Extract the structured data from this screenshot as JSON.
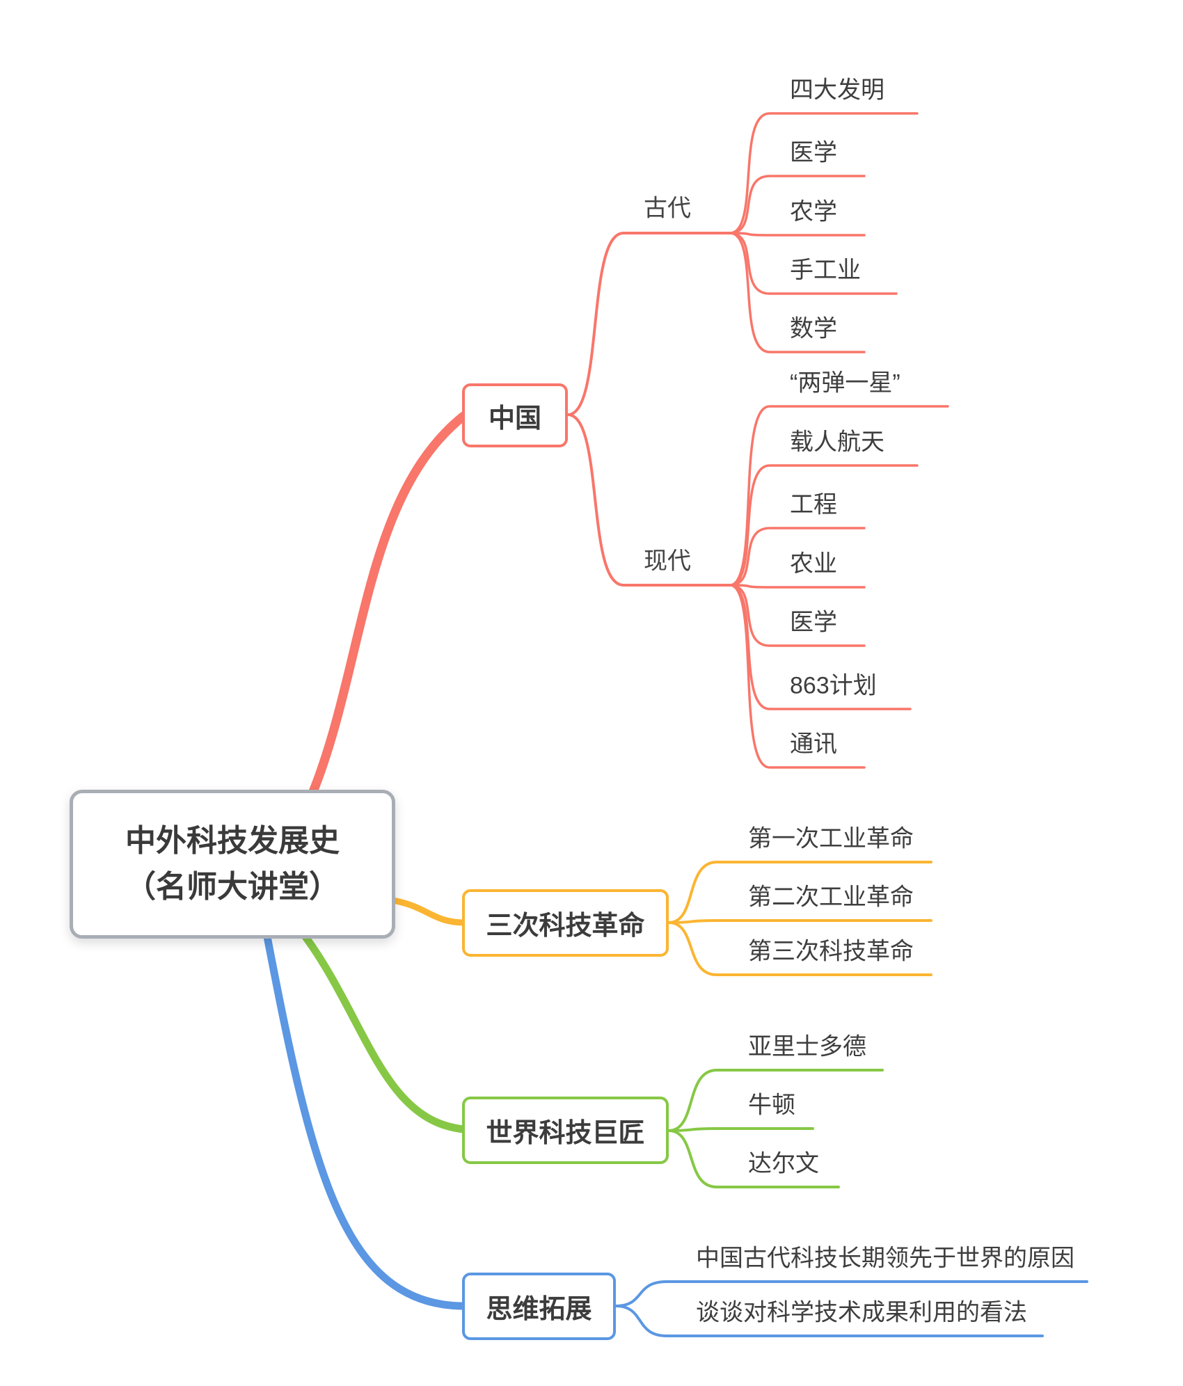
{
  "root": {
    "line1": "中外科技发展史",
    "line2": "（名师大讲堂）"
  },
  "colors": {
    "china": "#f8766a",
    "revolution": "#fbb532",
    "masters": "#86c845",
    "thinking": "#5b97e3",
    "root_border": "#a9aeb5"
  },
  "china": {
    "label": "中国",
    "ancient": {
      "label": "古代",
      "children": [
        "四大发明",
        "医学",
        "农学",
        "手工业",
        "数学"
      ]
    },
    "modern": {
      "label": "现代",
      "children": [
        "“两弹一星”",
        "载人航天",
        "工程",
        "农业",
        "医学",
        "863计划",
        "通讯"
      ]
    }
  },
  "revolution": {
    "label": "三次科技革命",
    "children": [
      "第一次工业革命",
      "第二次工业革命",
      "第三次科技革命"
    ]
  },
  "masters": {
    "label": "世界科技巨匠",
    "children": [
      "亚里士多德",
      "牛顿",
      "达尔文"
    ]
  },
  "thinking": {
    "label": "思维拓展",
    "children": [
      "中国古代科技长期领先于世界的原因",
      "谈谈对科学技术成果利用的看法"
    ]
  }
}
